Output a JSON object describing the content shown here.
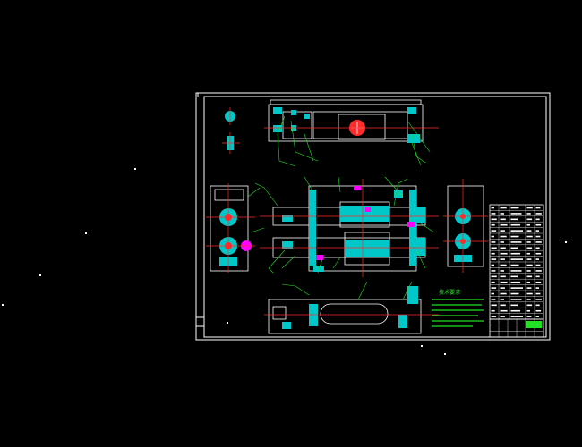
{
  "window": {
    "background": "#000000"
  },
  "colors": {
    "border": "#ffffff",
    "part": "#ffffff",
    "section_fill": "#00c8c8",
    "centerline": "#ff2a2a",
    "leader": "#22e022",
    "hidden": "#ff00ff",
    "dimension": "#22e022",
    "note_text": "#22e022"
  },
  "drawing": {
    "views": [
      "top-view",
      "front-section",
      "left-side-view",
      "right-side-view",
      "bottom-view"
    ],
    "notes_heading": "技术要求",
    "parts_table": {
      "rows": 20,
      "columns": 5
    },
    "title_block": {
      "rows": 3,
      "columns": 6
    }
  }
}
